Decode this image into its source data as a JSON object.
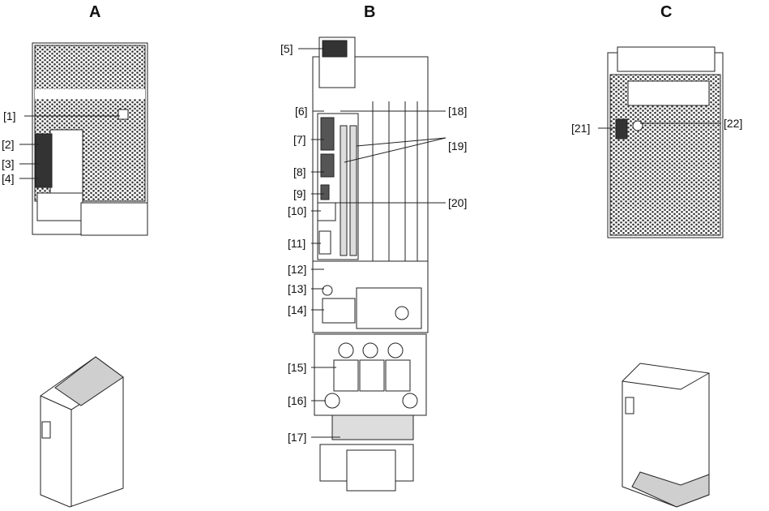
{
  "views": {
    "a": "A",
    "b": "B",
    "c": "C"
  },
  "callouts": {
    "c1": "[1]",
    "c2": "[2]",
    "c3": "[3]",
    "c4": "[4]",
    "c5": "[5]",
    "c6": "[6]",
    "c7": "[7]",
    "c8": "[8]",
    "c9": "[9]",
    "c10": "[10]",
    "c11": "[11]",
    "c12": "[12]",
    "c13": "[13]",
    "c14": "[14]",
    "c15": "[15]",
    "c16": "[16]",
    "c17": "[17]",
    "c18": "[18]",
    "c19": "[19]",
    "c20": "[20]",
    "c21": "[21]",
    "c22": "[22]"
  },
  "colors": {
    "line": "#222222",
    "fill": "#ffffff",
    "shade": "#cfcfcf"
  }
}
